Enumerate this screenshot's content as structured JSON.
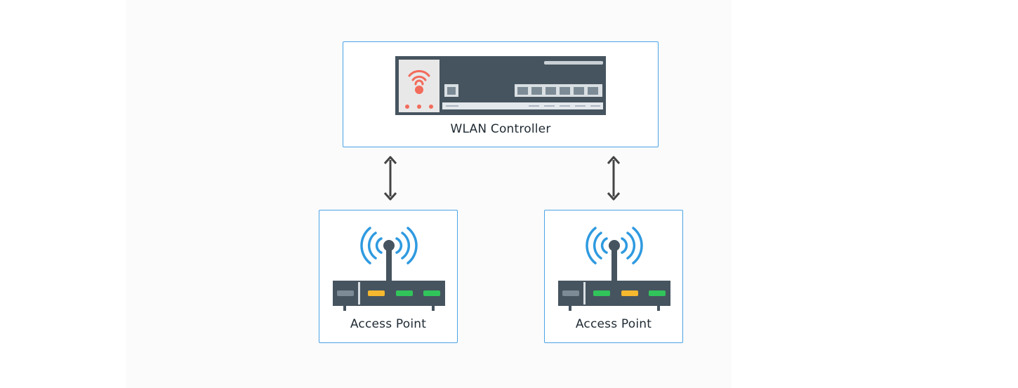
{
  "controller": {
    "label": "WLAN Controller",
    "icon": "wlan-controller-icon"
  },
  "access_points": [
    {
      "label": "Access Point",
      "icon": "access-point-icon",
      "leds": [
        "gray",
        "yellow",
        "green",
        "green"
      ]
    },
    {
      "label": "Access Point",
      "icon": "access-point-icon",
      "leds": [
        "gray",
        "green",
        "yellow",
        "green"
      ]
    }
  ],
  "connections": [
    {
      "from": "controller",
      "to": "access_points.0",
      "direction": "bidirectional"
    },
    {
      "from": "controller",
      "to": "access_points.1",
      "direction": "bidirectional"
    }
  ],
  "colors": {
    "border": "#4aa3e6",
    "device_body": "#46545f",
    "wifi_waves": "#2f9ae0",
    "controller_signal": "#f26b5b",
    "led_yellow": "#f5b82e",
    "led_green": "#31c45a",
    "arrow": "#444444"
  }
}
